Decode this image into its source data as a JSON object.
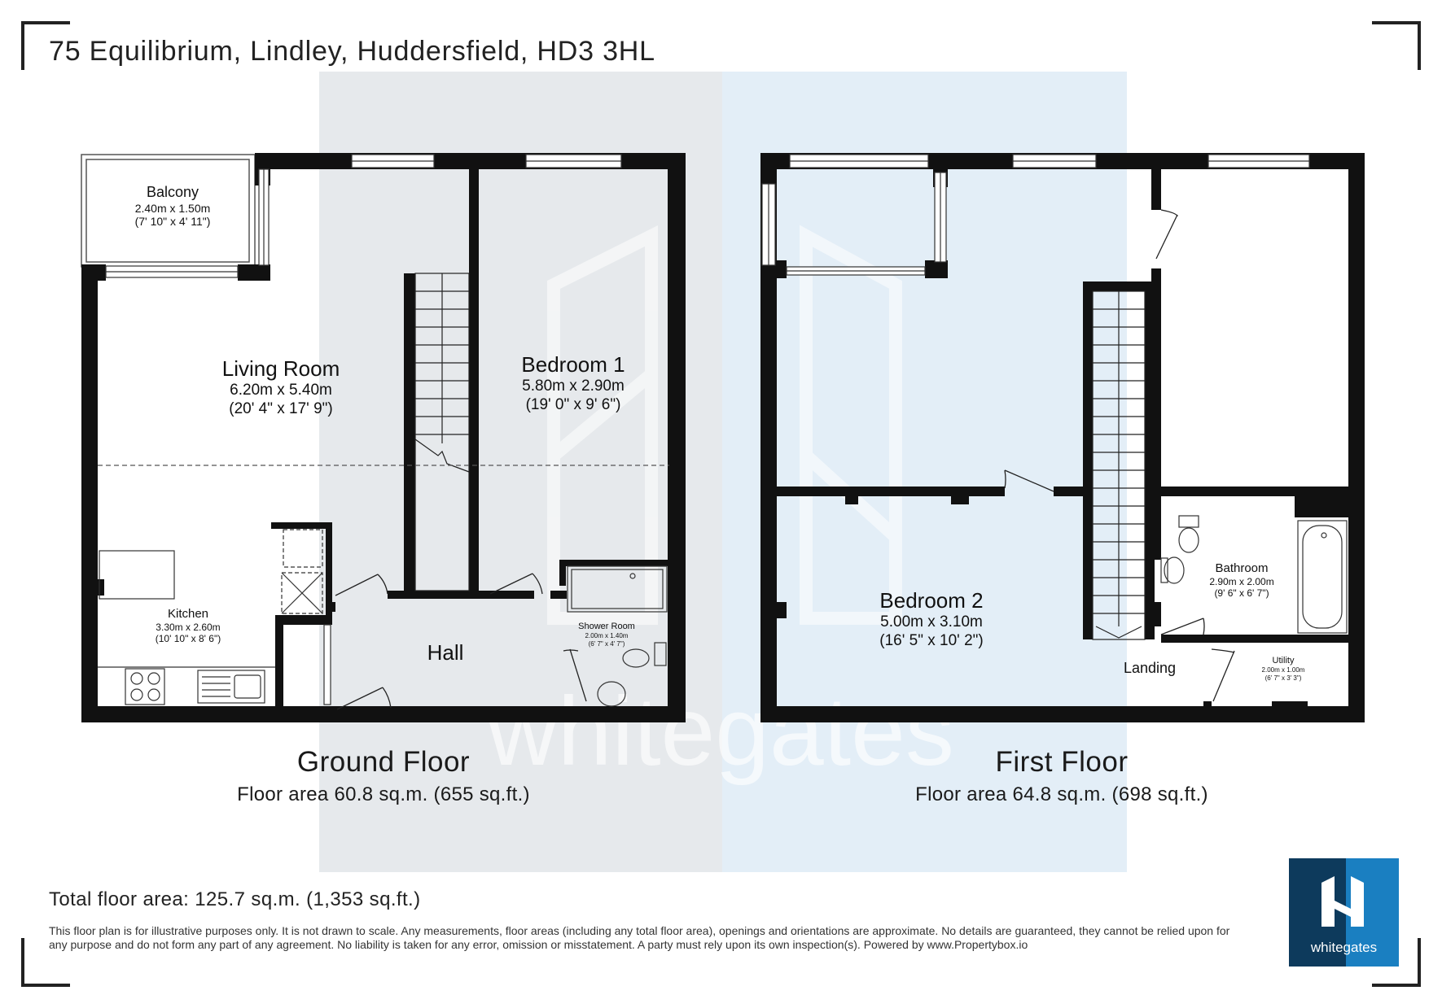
{
  "address": "75 Equilibrium, Lindley, Huddersfield, HD3 3HL",
  "watermark": {
    "text": "whitegates"
  },
  "floors": [
    {
      "name": "Ground Floor",
      "area": "Floor area 60.8 sq.m. (655 sq.ft.)",
      "rooms": [
        {
          "name": "Balcony",
          "metric": "2.40m x 1.50m",
          "imperial": "(7' 10\" x 4' 11\")"
        },
        {
          "name": "Living Room",
          "metric": "6.20m x 5.40m",
          "imperial": "(20' 4\" x 17' 9\")"
        },
        {
          "name": "Bedroom 1",
          "metric": "5.80m x 2.90m",
          "imperial": "(19' 0\" x 9' 6\")"
        },
        {
          "name": "Kitchen",
          "metric": "3.30m x 2.60m",
          "imperial": "(10' 10\" x 8' 6\")"
        },
        {
          "name": "Shower Room",
          "metric": "2.00m x 1.40m",
          "imperial": "(6' 7\" x 4' 7\")"
        },
        {
          "name": "Hall"
        }
      ]
    },
    {
      "name": "First Floor",
      "area": "Floor area 64.8 sq.m. (698 sq.ft.)",
      "rooms": [
        {
          "name": "Bedroom 2",
          "metric": "5.00m x 3.10m",
          "imperial": "(16' 5\" x 10' 2\")"
        },
        {
          "name": "Bathroom",
          "metric": "2.90m x 2.00m",
          "imperial": "(9' 6\" x 6' 7\")"
        },
        {
          "name": "Utility",
          "metric": "2.00m x 1.00m",
          "imperial": "(6' 7\" x 3' 3\")"
        },
        {
          "name": "Landing"
        }
      ]
    }
  ],
  "total_area": "Total floor area: 125.7 sq.m. (1,353 sq.ft.)",
  "disclaimer": "This floor plan is for illustrative purposes only. It is not drawn to scale. Any measurements, floor areas (including any total floor area), openings and orientations are approximate. No details are guaranteed, they cannot be relied upon for any purpose and do not form any part of any agreement. No liability is taken for any error, omission or misstatement. A party must rely upon its own inspection(s). Powered by www.Propertybox.io",
  "logo": {
    "text": "whitegates",
    "colors": {
      "dark": "#0d3a5c",
      "light": "#1a7fc1"
    }
  },
  "colors": {
    "wall": "#111111",
    "watermark_left": "#e6e9ec",
    "watermark_right": "#e3eef7"
  }
}
